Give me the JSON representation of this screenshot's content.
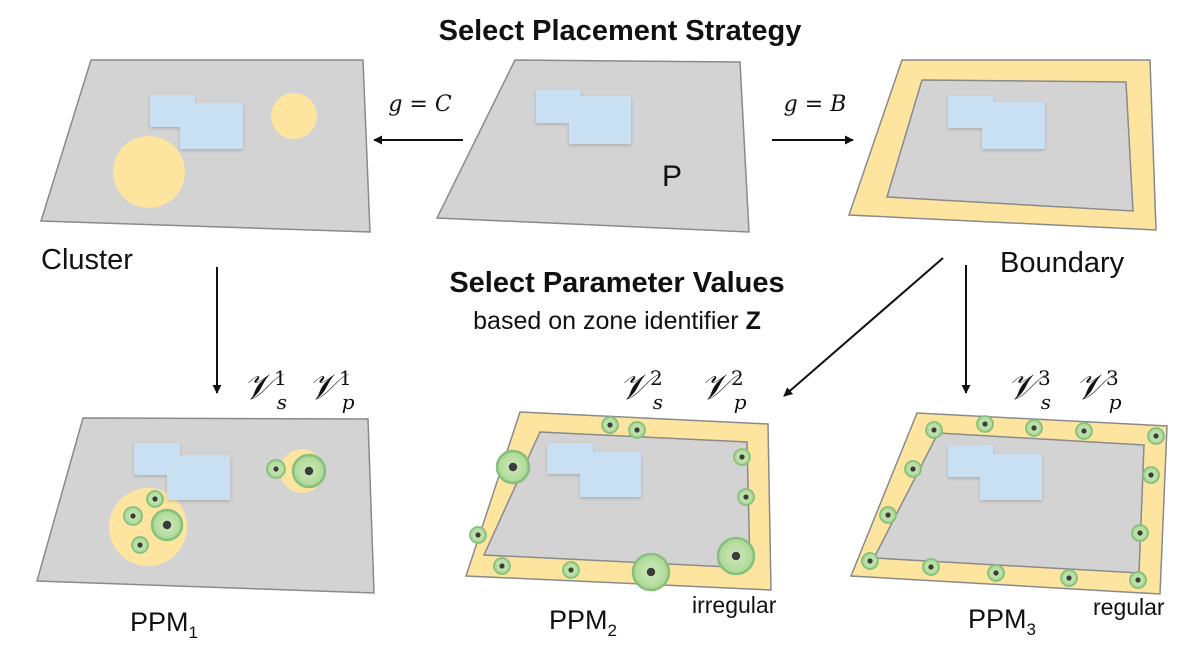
{
  "title": "Select Placement Strategy",
  "subtitle": {
    "line1": "Select Parameter Values",
    "line2_prefix": "based on zone identifier ",
    "line2_bold": "Z"
  },
  "center_panel": {
    "label": "P"
  },
  "arrows": {
    "to_cluster": {
      "lhs": "g",
      "eq": " = ",
      "rhs": "C"
    },
    "to_boundary": {
      "lhs": "g",
      "eq": " = ",
      "rhs": "B"
    }
  },
  "strategies": {
    "cluster": {
      "label": "Cluster"
    },
    "boundary": {
      "label": "Boundary"
    }
  },
  "outputs": [
    {
      "base": "PPM",
      "index": "1",
      "vs": {
        "sym": "𝒱",
        "sub": "s",
        "sup": "1"
      },
      "vp": {
        "sym": "𝒱",
        "sub": "p",
        "sup": "1"
      },
      "note": ""
    },
    {
      "base": "PPM",
      "index": "2",
      "vs": {
        "sym": "𝒱",
        "sub": "s",
        "sup": "2"
      },
      "vp": {
        "sym": "𝒱",
        "sub": "p",
        "sup": "2"
      },
      "note": "irregular"
    },
    {
      "base": "PPM",
      "index": "3",
      "vs": {
        "sym": "𝒱",
        "sub": "s",
        "sup": "3"
      },
      "vp": {
        "sym": "𝒱",
        "sub": "p",
        "sup": "3"
      },
      "note": "regular"
    }
  ],
  "colors": {
    "panel": "#d3d3d3",
    "panel_edge": "#7a7a7a",
    "zone": "#fde5a0",
    "building": "#c9dff2",
    "point_fill": "#b5dda0",
    "point_edge": "#86c07c",
    "point_core": "#3c3c3c"
  }
}
